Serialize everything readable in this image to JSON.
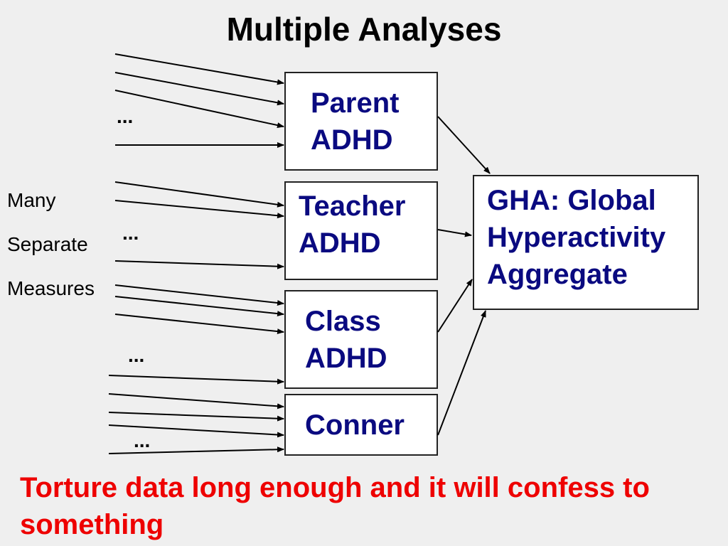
{
  "title": "Multiple Analyses",
  "side_labels": [
    "Many",
    "Separate",
    "Measures"
  ],
  "ellipsis": "...",
  "boxes": {
    "parent": [
      "Parent",
      "ADHD"
    ],
    "teacher": [
      "Teacher",
      "ADHD"
    ],
    "class": [
      "Class",
      "ADHD"
    ],
    "conner": [
      "Conner"
    ],
    "gha": [
      "GHA: Global",
      "Hyperactivity",
      "Aggregate"
    ]
  },
  "caption": "Torture data long enough and it will confess to something",
  "colors": {
    "box_text": "#0a0a80",
    "caption": "#ee0000",
    "background": "#efefef"
  }
}
